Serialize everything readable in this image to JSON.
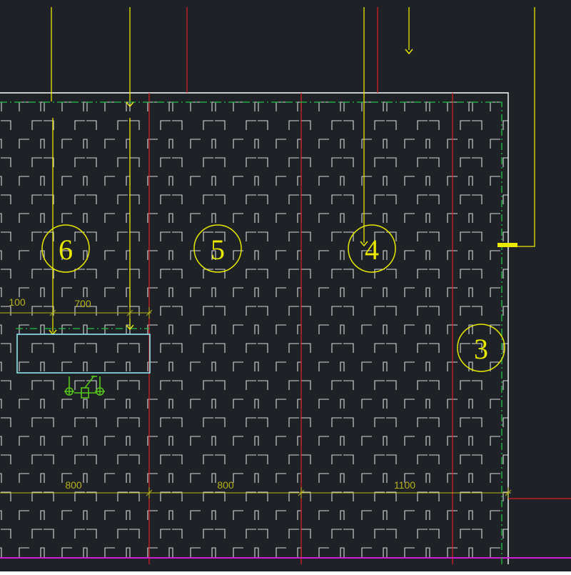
{
  "colors": {
    "background": "#1e2126",
    "border_light": "#ffffff",
    "pattern": "#d9d9d9",
    "axis_red": "#e01e1e",
    "centerline_green": "#22c24a",
    "leader_yellow": "#e8e800",
    "dimension_olive": "#b7b21c",
    "fixture_green": "#55c51a",
    "fixture_cyan": "#8fe6f2",
    "magenta_line": "#d21ed2"
  },
  "bubbles": [
    {
      "label": "6"
    },
    {
      "label": "5"
    },
    {
      "label": "4"
    },
    {
      "label": "3"
    }
  ],
  "dimensions": {
    "top_left": "100",
    "top_span": "700",
    "bottom": [
      "800",
      "800",
      "1100"
    ]
  },
  "icons": [
    "grid-pattern-icon",
    "pendant-fixture-icon",
    "arrow-down-icon"
  ]
}
